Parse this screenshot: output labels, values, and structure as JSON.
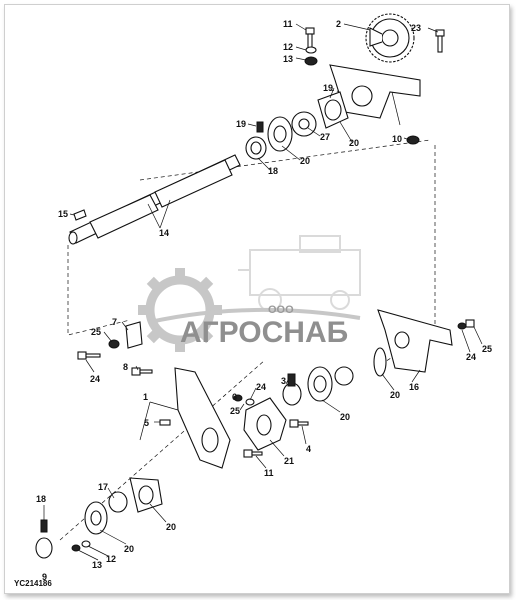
{
  "drawing_code": "YC214186",
  "watermark": {
    "prefix": "ООО",
    "brand": "АГРОСНАБ",
    "color": "#9a9a9a"
  },
  "callouts": {
    "c2": "2",
    "c11a": "11",
    "c23": "23",
    "c12a": "12",
    "c13a": "13",
    "c19a": "19",
    "c19b": "19",
    "c27": "27",
    "c20a": "20",
    "c20b": "20",
    "c18a": "18",
    "c10": "10",
    "c15": "15",
    "c14": "14",
    "c7": "7",
    "c25a": "25",
    "c24a": "24",
    "c8": "8",
    "c24b": "24",
    "c25b": "25",
    "c16": "16",
    "c20c": "20",
    "c20d": "20",
    "c6": "6",
    "c24c": "24",
    "c25c": "25",
    "c3": "3",
    "c4": "4",
    "c1": "1",
    "c5": "5",
    "c21": "21",
    "c11b": "11",
    "c17": "17",
    "c20e": "20",
    "c20f": "20",
    "c18b": "18",
    "c12b": "12",
    "c13b": "13",
    "c9": "9"
  }
}
